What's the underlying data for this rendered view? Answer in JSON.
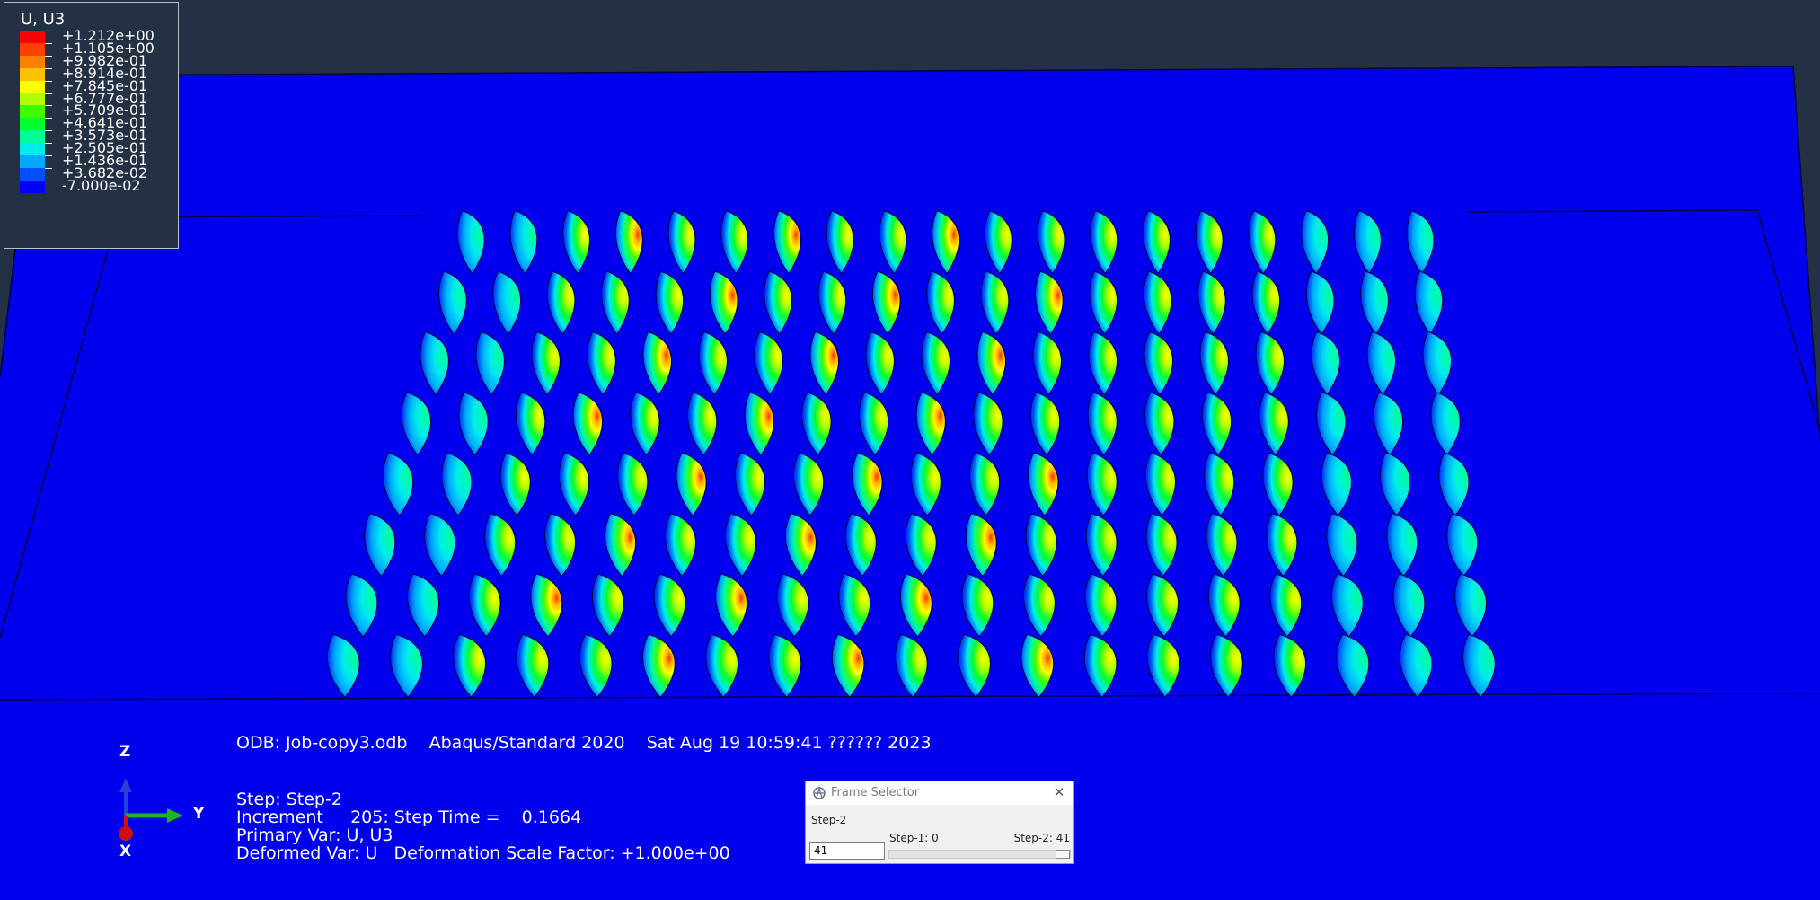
{
  "legend": {
    "title": "U, U3",
    "entries": [
      {
        "label": "+1.212e+00",
        "color": "#ff0000"
      },
      {
        "label": "+1.105e+00",
        "color": "#ff4000"
      },
      {
        "label": "+9.982e-01",
        "color": "#ff8000"
      },
      {
        "label": "+8.914e-01",
        "color": "#ffc000"
      },
      {
        "label": "+7.845e-01",
        "color": "#ffff00"
      },
      {
        "label": "+6.777e-01",
        "color": "#b0ff00"
      },
      {
        "label": "+5.709e-01",
        "color": "#40ff00"
      },
      {
        "label": "+4.641e-01",
        "color": "#00ff30"
      },
      {
        "label": "+3.573e-01",
        "color": "#00ff9a"
      },
      {
        "label": "+2.505e-01",
        "color": "#00ecec"
      },
      {
        "label": "+1.436e-01",
        "color": "#00a8ff"
      },
      {
        "label": "+3.682e-02",
        "color": "#0050ff"
      },
      {
        "label": "-7.000e-02",
        "color": "#0000ff"
      }
    ]
  },
  "info": {
    "odb_line": "ODB: Job-copy3.odb    Abaqus/Standard 2020    Sat Aug 19 10:59:41 ?????? 2023",
    "step_line": "Step: Step-2",
    "increment_line": "Increment     205: Step Time =    0.1664",
    "primary_var_line": "Primary Var: U, U3",
    "deformed_var_line": "Deformed Var: U   Deformation Scale Factor: +1.000e+00"
  },
  "triad": {
    "z_label": "Z",
    "y_label": "Y",
    "x_label": "X",
    "colors": {
      "z": "#2a3fd6",
      "y": "#18b818",
      "x": "#d01010"
    }
  },
  "frame_selector": {
    "title": "Frame Selector",
    "close_label": "✕",
    "step_name": "Step-2",
    "range_min_label": "Step-1: 0",
    "range_max_label": "Step-2: 41",
    "input_value": "41",
    "slider_fraction": 1.0
  },
  "colors": {
    "background_dark": "#243043",
    "model_blue": "#0000ee",
    "edge": "#000044"
  }
}
